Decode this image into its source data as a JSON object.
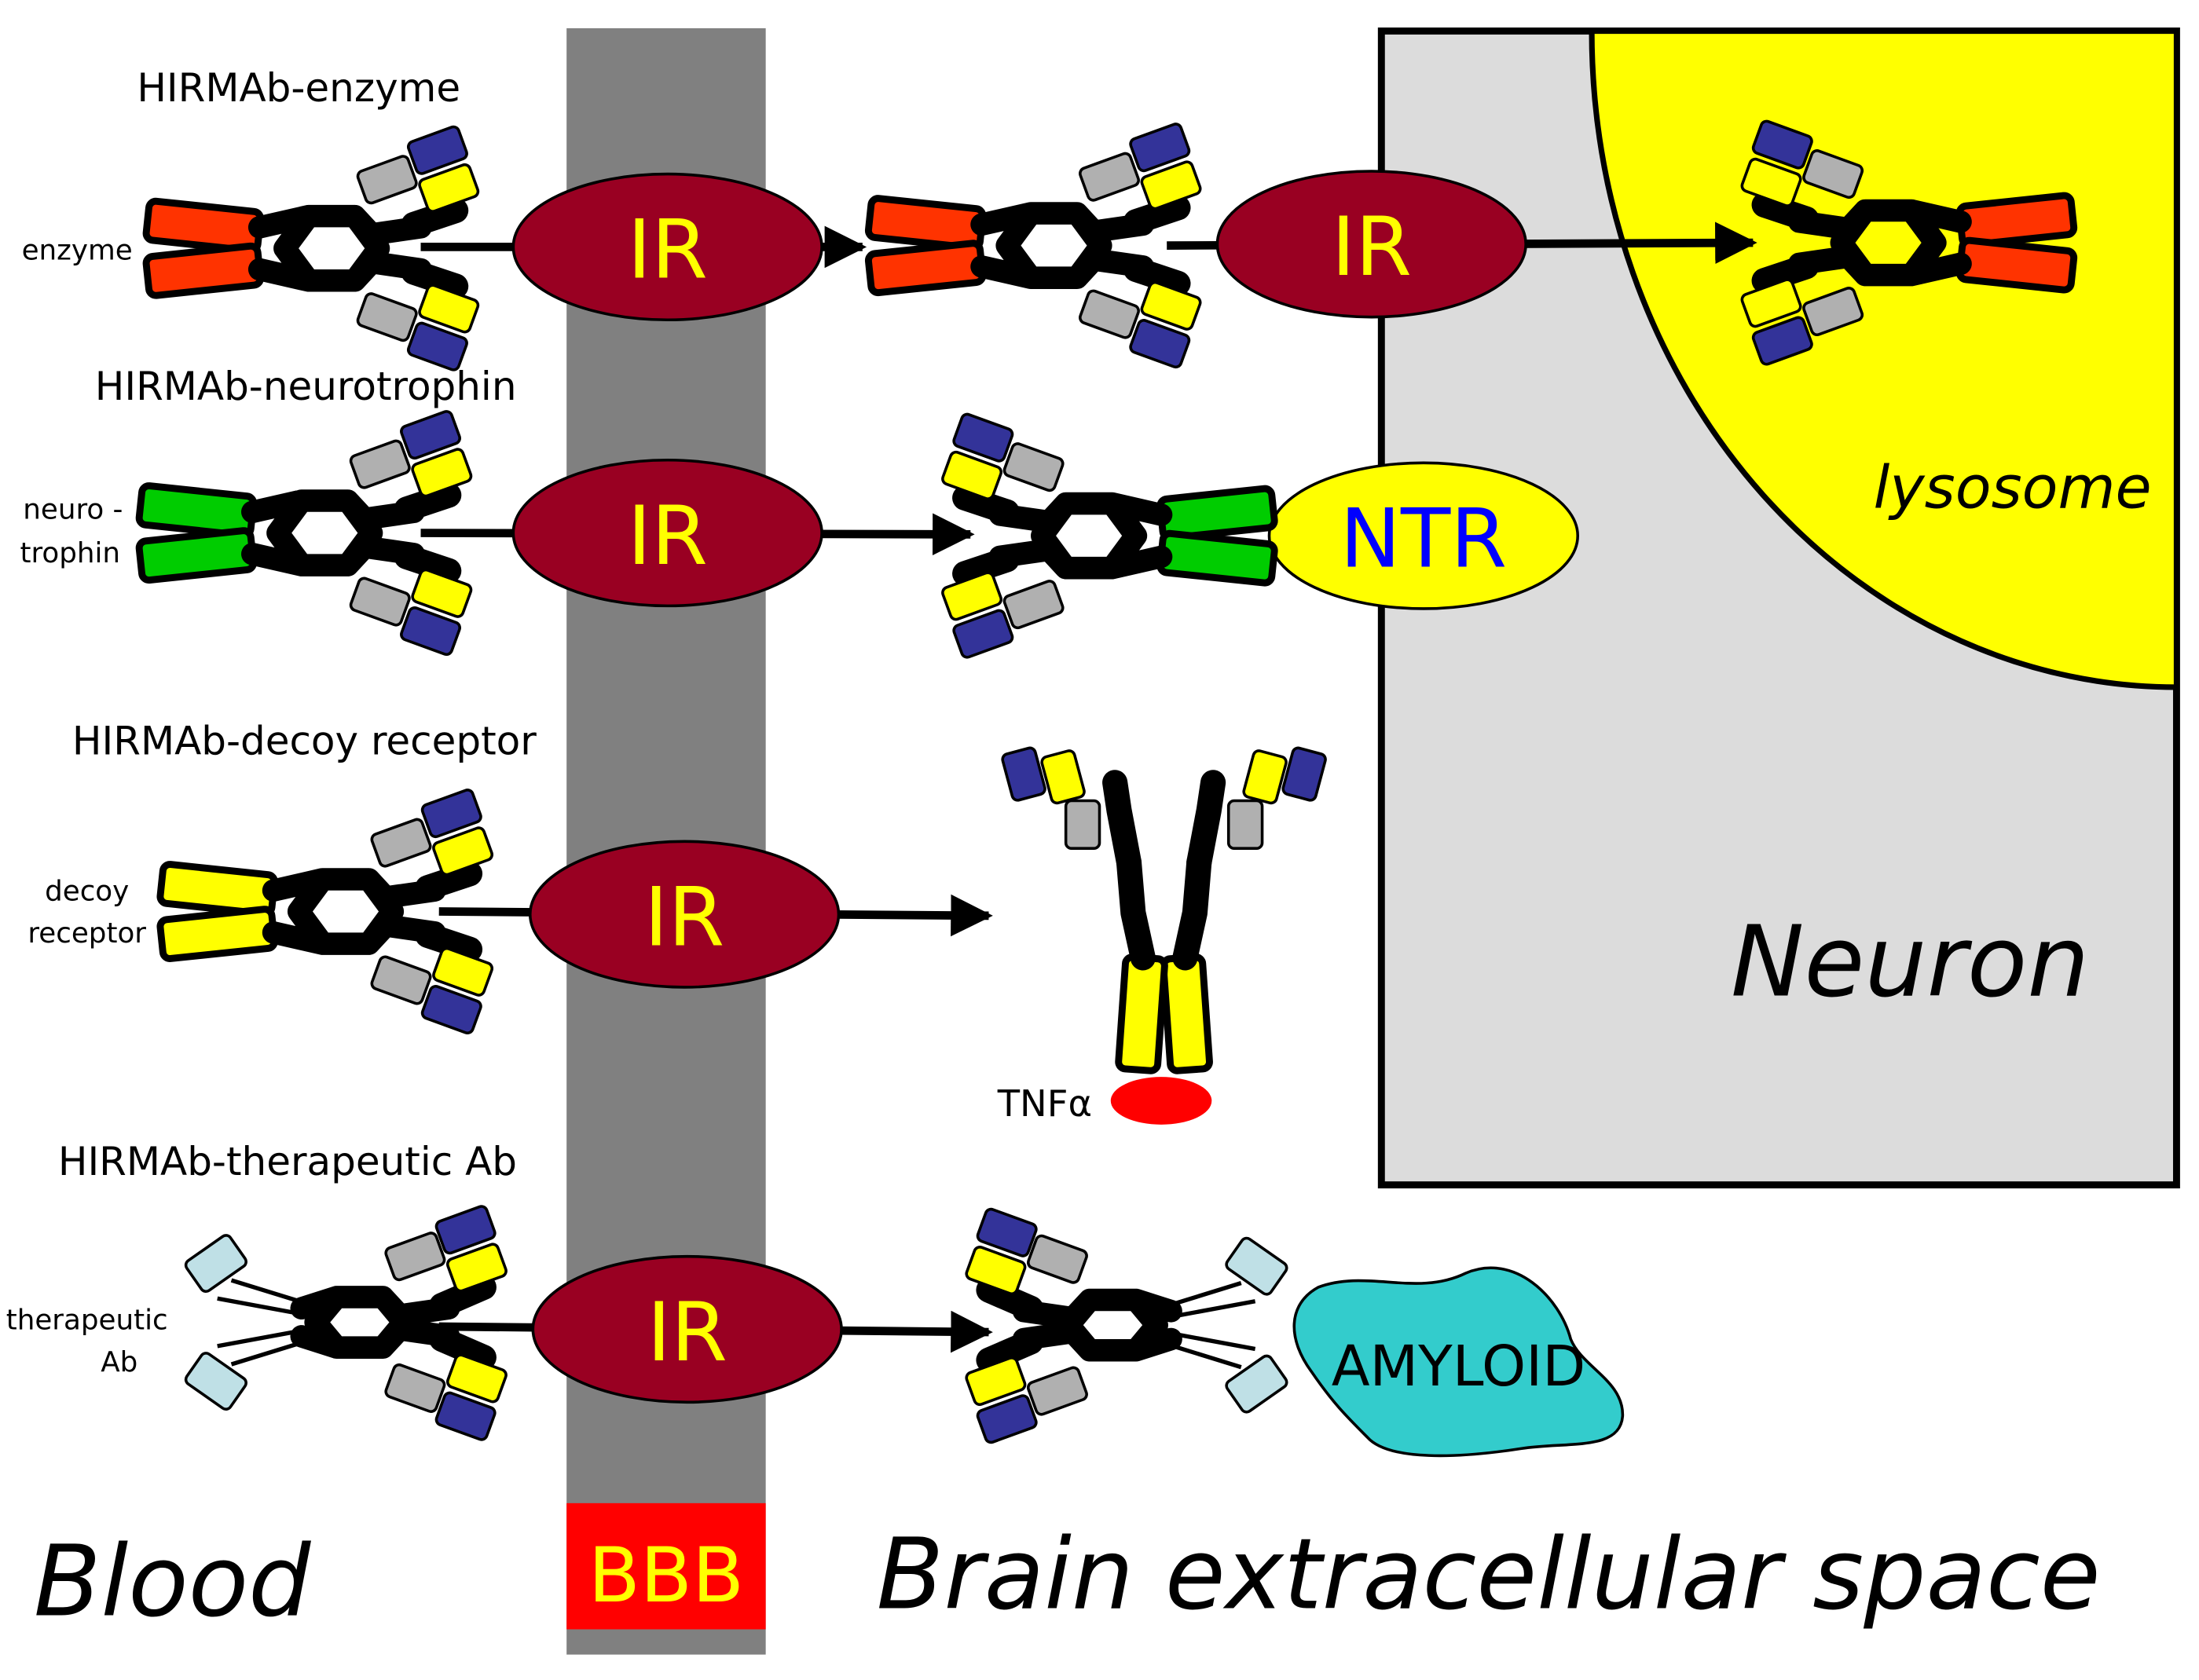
{
  "colors": {
    "bbb_band": "#808080",
    "bbb_label_bg": "#ff0000",
    "ir": "#990022",
    "ir_text": "#ffff00",
    "neuron": "#dcdcdc",
    "lysosome": "#ffff00",
    "ntr": "#ffff00",
    "ntr_text": "#0000ff",
    "amyloid": "#33cccc",
    "tnf": "#ff0000",
    "enzyme": "#ff3300",
    "neurotrophin": "#00cc00",
    "decoy": "#ffff00",
    "therapeutic": "#bfe0e6",
    "heavy_chain": "#000000",
    "light_navy": "#333399",
    "light_gray": "#b0b0b0",
    "light_yellow": "#ffff00"
  },
  "regions": {
    "blood": "Blood",
    "bbb": "BBB",
    "brain": "Brain extracellular space",
    "neuron": "Neuron",
    "lysosome": "lysosome"
  },
  "receptors": {
    "ir": "IR",
    "ntr": "NTR"
  },
  "rows": [
    {
      "title": "HIRMAb-enzyme",
      "side_label": [
        "enzyme"
      ]
    },
    {
      "title": "HIRMAb-neurotrophin",
      "side_label": [
        "neuro -",
        "trophin"
      ]
    },
    {
      "title": "HIRMAb-decoy receptor",
      "side_label": [
        "decoy",
        "receptor"
      ],
      "target": "TNFα"
    },
    {
      "title": "HIRMAb-therapeutic Ab",
      "side_label": [
        "therapeutic",
        "Ab"
      ],
      "target": "AMYLOID"
    }
  ]
}
